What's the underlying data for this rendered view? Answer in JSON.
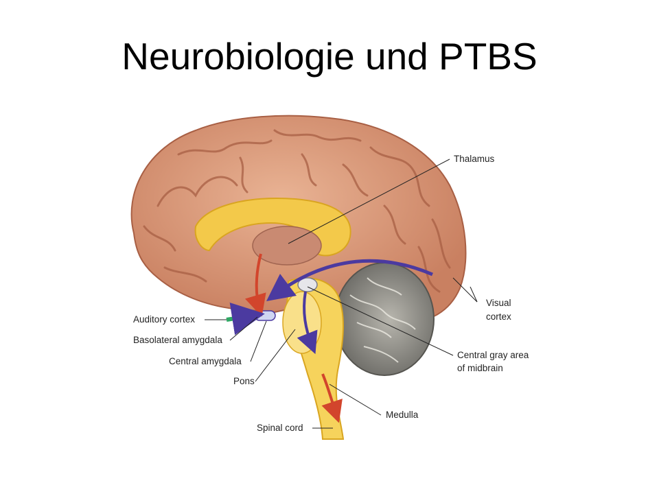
{
  "slide": {
    "title": "Neurobiologie und PTBS"
  },
  "figure": {
    "labels": {
      "thalamus": "Thalamus",
      "visual_cortex_line1": "Visual",
      "visual_cortex_line2": "cortex",
      "auditory_cortex": "Auditory cortex",
      "basolateral_amygdala": "Basolateral amygdala",
      "central_amygdala": "Central amygdala",
      "pons": "Pons",
      "spinal_cord": "Spinal cord",
      "central_gray_line1": "Central gray area",
      "central_gray_line2": "of midbrain",
      "medulla": "Medulla"
    },
    "colors": {
      "cortex": "#d99a7a",
      "cortex_dark": "#b06a4e",
      "corpus_callosum": "#f3c94a",
      "thalamus": "#c98a72",
      "cerebellum": "#8a8a86",
      "brainstem": "#f6d35c",
      "pathway_blue": "#4b3aa0",
      "pathway_red": "#d2452c",
      "pathway_green": "#2ea864",
      "amygdala": "#cfd6f2"
    }
  }
}
